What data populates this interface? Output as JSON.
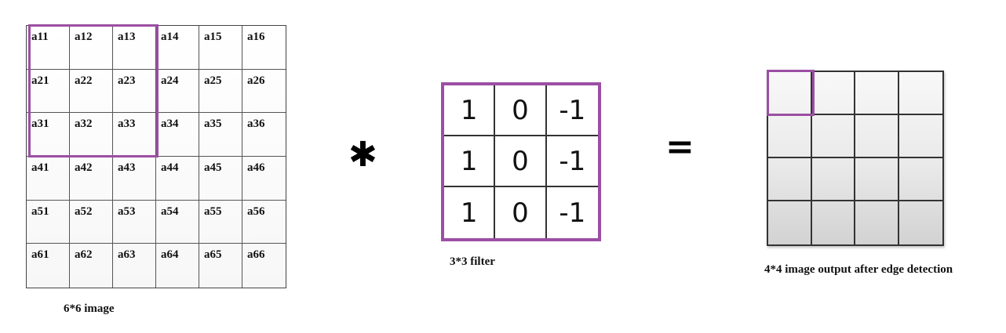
{
  "input_image": {
    "caption": "6*6 image",
    "cells": [
      [
        "a11",
        "a12",
        "a13",
        "a14",
        "a15",
        "a16"
      ],
      [
        "a21",
        "a22",
        "a23",
        "a24",
        "a25",
        "a26"
      ],
      [
        "a31",
        "a32",
        "a33",
        "a34",
        "a35",
        "a36"
      ],
      [
        "a41",
        "a42",
        "a43",
        "a44",
        "a45",
        "a46"
      ],
      [
        "a51",
        "a52",
        "a53",
        "a54",
        "a55",
        "a56"
      ],
      [
        "a61",
        "a62",
        "a63",
        "a64",
        "a65",
        "a66"
      ]
    ]
  },
  "operators": {
    "convolve": "✱",
    "equals": "="
  },
  "filter": {
    "caption": "3*3 filter",
    "cells": [
      [
        "1",
        "0",
        "-1"
      ],
      [
        "1",
        "0",
        "-1"
      ],
      [
        "1",
        "0",
        "-1"
      ]
    ]
  },
  "output_image": {
    "caption": "4*4 image output after edge detection",
    "rows": 4,
    "cols": 4
  },
  "colors": {
    "highlight": "#9b4fa3",
    "grid_line": "#333333"
  }
}
